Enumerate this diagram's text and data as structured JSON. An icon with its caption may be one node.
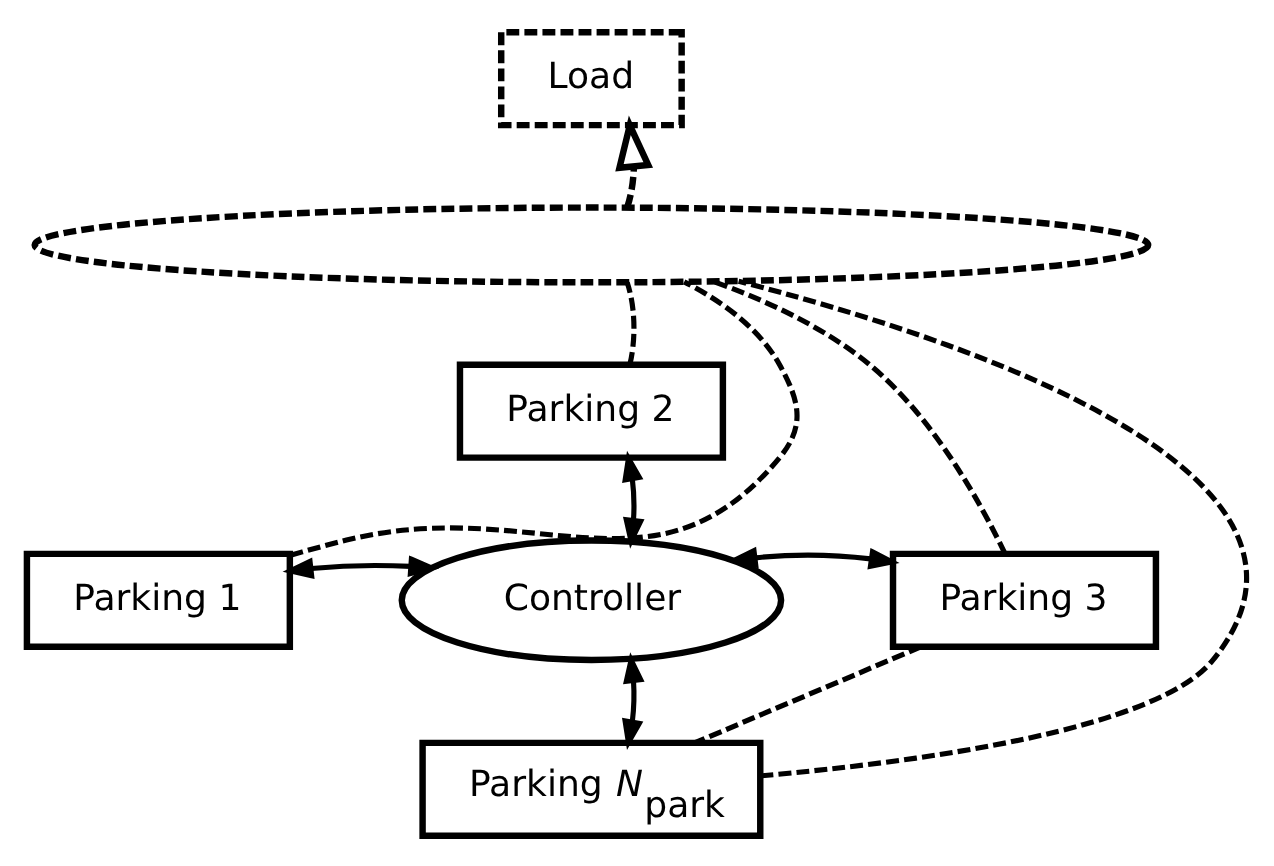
{
  "diagram": {
    "nodes": [
      {
        "text": [
          "Load"
        ]
      },
      {
        "text": [],
        "shape": "ellipse"
      },
      {
        "text": [
          "Parking 2"
        ]
      },
      {
        "text": [
          "Parking 1"
        ]
      },
      {
        "text": [
          "Controller"
        ]
      },
      {
        "text": [
          "Parking 3"
        ]
      },
      {
        "text": [
          "Parking *N*$_{park}$"
        ]
      }
    ],
    "edges": [
      {
        "from": 1,
        "to": 0,
        "arrow": "to",
        "style": "dashed"
      },
      {
        "from": 2,
        "to": 1,
        "arrow": "none",
        "style": "dashed"
      },
      {
        "from": 3,
        "to": 1,
        "arrow": "none",
        "style": "dashed"
      },
      {
        "from": 5,
        "to": 1,
        "arrow": "none",
        "style": "dashed"
      },
      {
        "from": 6,
        "to": 1,
        "arrow": "none",
        "style": "dashed"
      },
      {
        "from": 4,
        "to": 2,
        "arrow": "both"
      },
      {
        "from": 4,
        "to": 3,
        "arrow": "both"
      },
      {
        "from": 4,
        "to": 5,
        "arrow": "both"
      },
      {
        "from": 4,
        "to": 6,
        "arrow": "both"
      },
      {
        "from": 5,
        "to": 6,
        "arrow": "none",
        "style": "dashed"
      }
    ]
  }
}
